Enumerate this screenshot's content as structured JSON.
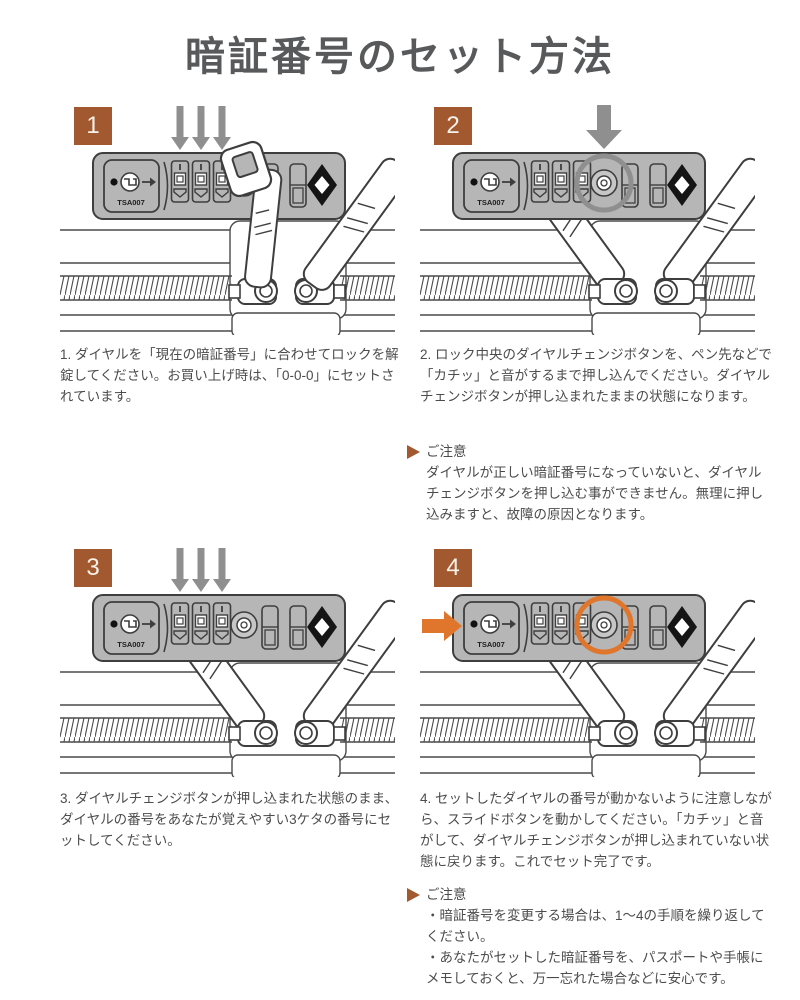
{
  "page": {
    "title": "暗証番号のセット方法"
  },
  "lock": {
    "label": "TSA007"
  },
  "colors": {
    "accent_brown": "#a3592f",
    "accent_orange": "#e0762c",
    "arrow_gray": "#8f8f8f",
    "panel_gray": "#b6b6b6",
    "outline": "#3e3e3e",
    "text_gray": "#4c4c4c",
    "title_gray": "#58595b"
  },
  "steps": [
    {
      "number": "1",
      "text": "1. ダイヤルを「現在の暗証番号」に合わせてロックを解錠してください。お買い上げ時は、「0-0-0」にセットされています。"
    },
    {
      "number": "2",
      "text": "2. ロック中央のダイヤルチェンジボタンを、ペン先などで「カチッ」と音がするまで押し込んでください。ダイヤルチェンジボタンが押し込まれたままの状態になります。"
    },
    {
      "number": "3",
      "text": "3. ダイヤルチェンジボタンが押し込まれた状態のまま、ダイヤルの番号をあなたが覚えやすい3ケタの番号にセットしてください。"
    },
    {
      "number": "4",
      "text": "4. セットしたダイヤルの番号が動かないように注意しながら、スライドボタンを動かしてください。「カチッ」と音がして、ダイヤルチェンジボタンが押し込まれていない状態に戻ります。これでセット完了です。"
    }
  ],
  "notes": [
    {
      "heading": "ご注意",
      "lines": [
        "ダイヤルが正しい暗証番号になっていないと、ダイヤルチェンジボタンを押し込む事ができません。無理に押し込みますと、故障の原因となります。"
      ]
    },
    {
      "heading": "ご注意",
      "lines": [
        "・暗証番号を変更する場合は、1～4の手順を繰り返してください。",
        "・あなたがセットした暗証番号を、パスポートや手帳にメモしておくと、万一忘れた場合などに安心です。"
      ]
    }
  ]
}
